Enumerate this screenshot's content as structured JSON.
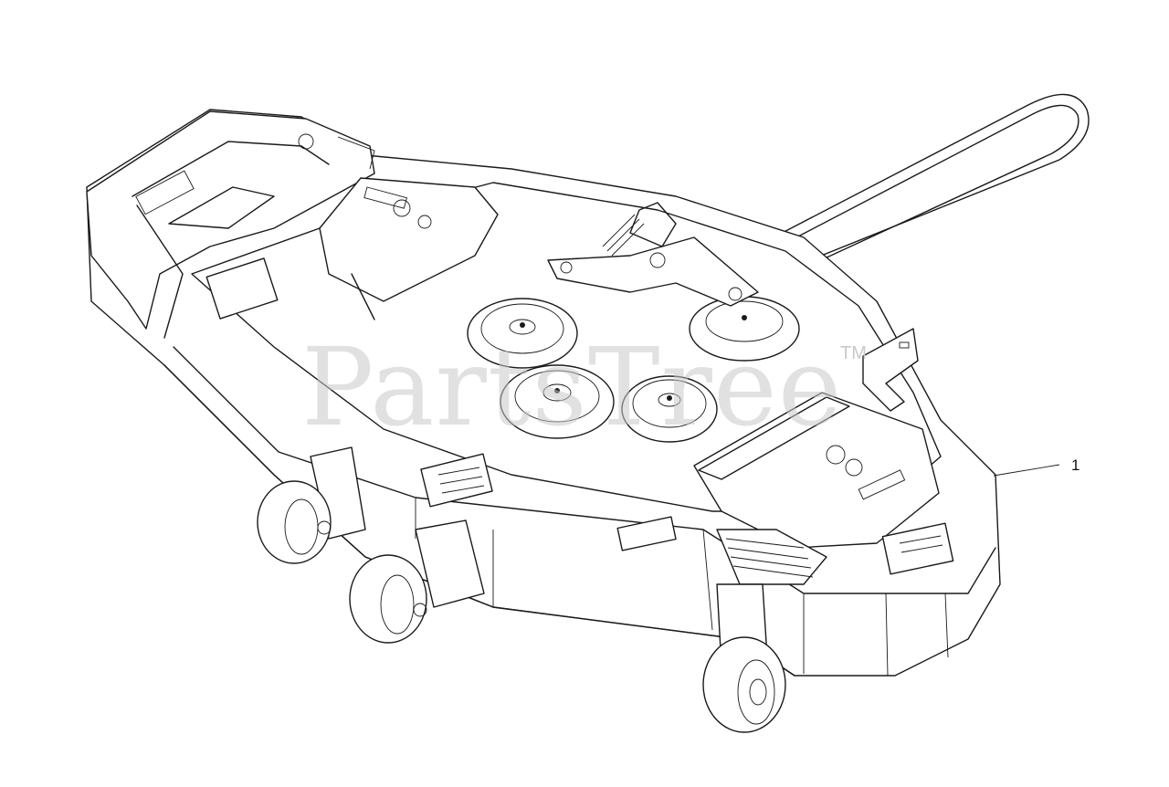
{
  "watermark": {
    "text": "PartsTree",
    "trademark": "TM"
  },
  "callouts": [
    {
      "label": "1"
    }
  ],
  "colors": {
    "line": "#1a1a1a",
    "watermark": "#c9c9c9",
    "background": "#ffffff"
  }
}
